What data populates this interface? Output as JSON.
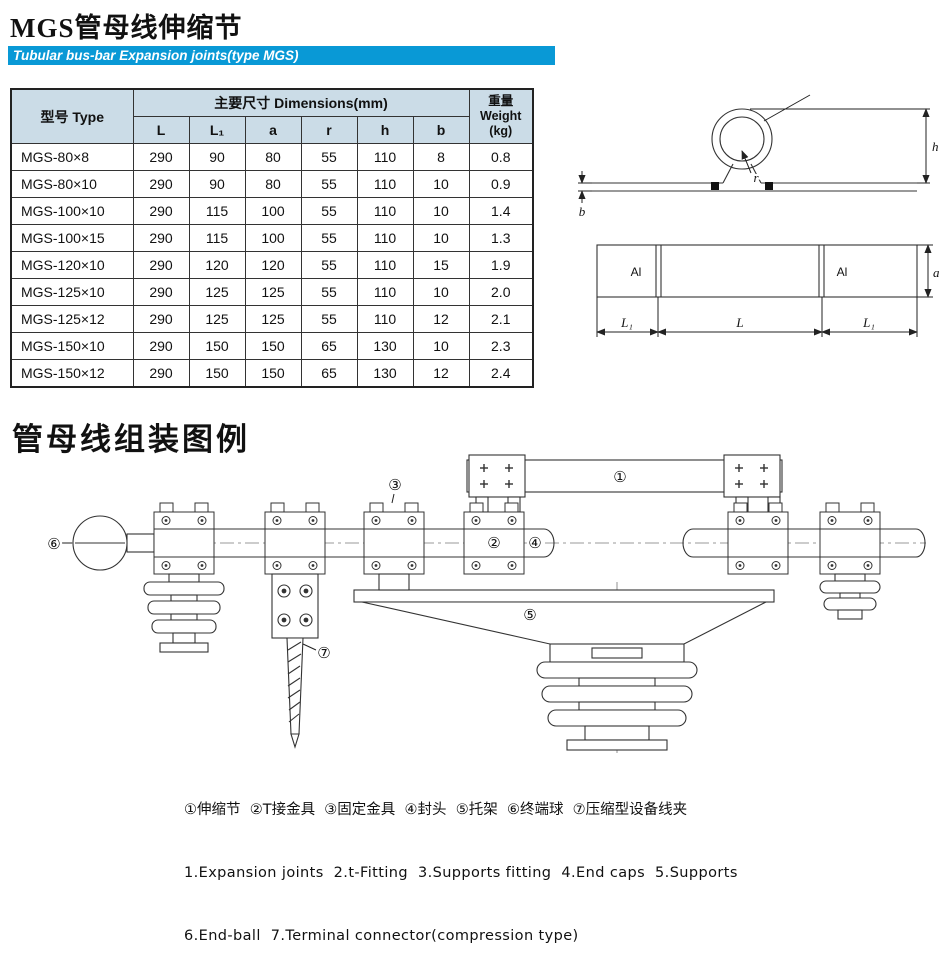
{
  "header": {
    "title": "MGS管母线伸缩节",
    "banner": "Tubular bus-bar Expansion joints(type MGS)"
  },
  "table": {
    "col_type": "型号 Type",
    "col_dims": "主要尺寸 Dimensions(mm)",
    "col_weight": [
      "重量",
      "Weight",
      "(kg)"
    ],
    "dim_cols": [
      "L",
      "L₁",
      "a",
      "r",
      "h",
      "b"
    ],
    "rows": [
      [
        "MGS-80×8",
        "290",
        "90",
        "80",
        "55",
        "110",
        "8",
        "0.8"
      ],
      [
        "MGS-80×10",
        "290",
        "90",
        "80",
        "55",
        "110",
        "10",
        "0.9"
      ],
      [
        "MGS-100×10",
        "290",
        "115",
        "100",
        "55",
        "110",
        "10",
        "1.4"
      ],
      [
        "MGS-100×15",
        "290",
        "115",
        "100",
        "55",
        "110",
        "10",
        "1.3"
      ],
      [
        "MGS-120×10",
        "290",
        "120",
        "120",
        "55",
        "110",
        "15",
        "1.9"
      ],
      [
        "MGS-125×10",
        "290",
        "125",
        "125",
        "55",
        "110",
        "10",
        "2.0"
      ],
      [
        "MGS-125×12",
        "290",
        "125",
        "125",
        "55",
        "110",
        "12",
        "2.1"
      ],
      [
        "MGS-150×10",
        "290",
        "150",
        "150",
        "65",
        "130",
        "10",
        "2.3"
      ],
      [
        "MGS-150×12",
        "290",
        "150",
        "150",
        "65",
        "130",
        "12",
        "2.4"
      ]
    ]
  },
  "dim_drawing": {
    "h": "h",
    "b": "b",
    "r": "r",
    "a": "a",
    "L": "L",
    "L1": "L₁",
    "Al": "Al"
  },
  "assembly": {
    "section_title": "管母线组装图例",
    "callouts": [
      "①",
      "②",
      "③",
      "④",
      "⑤",
      "⑥",
      "⑦"
    ],
    "legend_cn": "①伸缩节  ②T接金具  ③固定金具  ④封头  ⑤托架  ⑥终端球  ⑦压缩型设备线夹",
    "legend_en1": "1.Expansion joints  2.t-Fitting  3.Supports fitting  4.End caps  5.Supports",
    "legend_en2": "6.End-ball  7.Terminal connector(compression type)"
  },
  "colors": {
    "banner_blue": "#0999d6",
    "table_header_bg": "#cbdce7"
  }
}
